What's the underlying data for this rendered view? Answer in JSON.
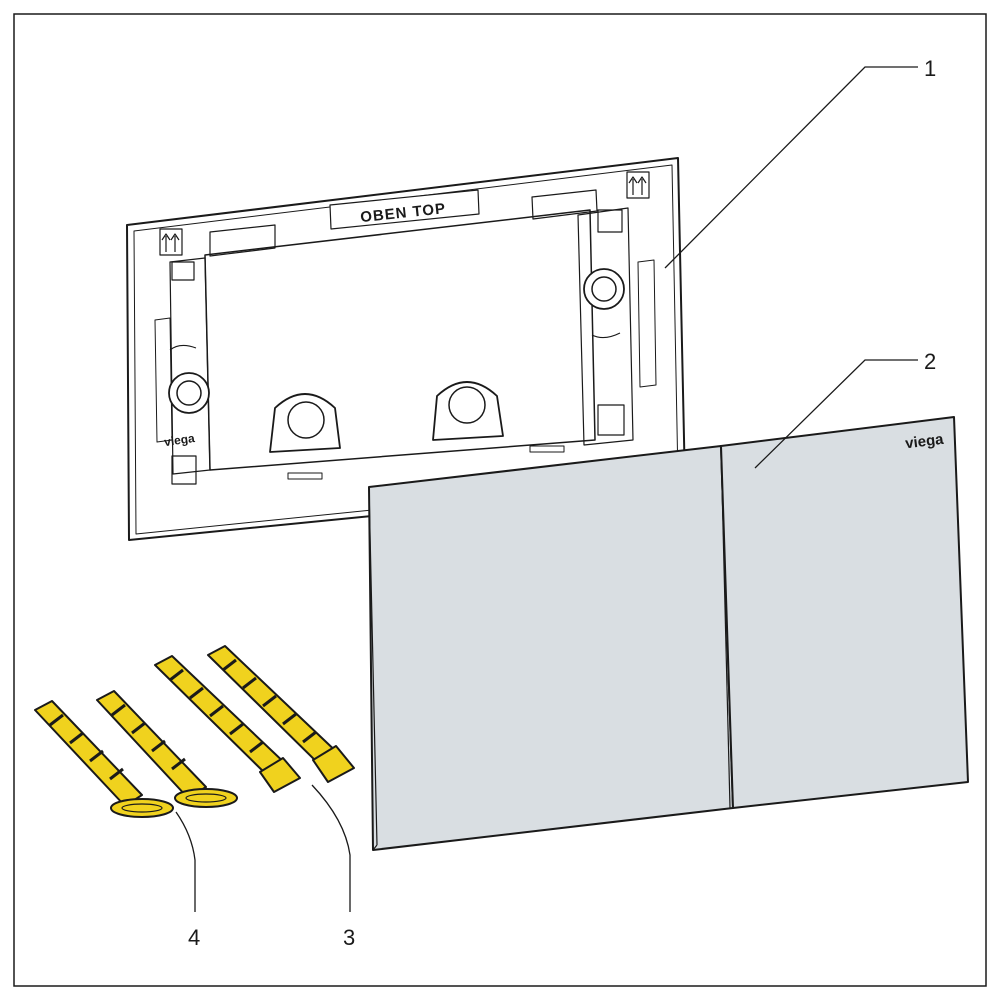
{
  "frame_stamp": "OBEN  TOP",
  "brand": "viega",
  "callouts": [
    "1",
    "2",
    "3",
    "4"
  ],
  "colors": {
    "outline": "#1a1a1a",
    "plate_fill": "#d9dee2",
    "plug_fill": "#f0d21e",
    "frame_fill": "#ffffff"
  }
}
